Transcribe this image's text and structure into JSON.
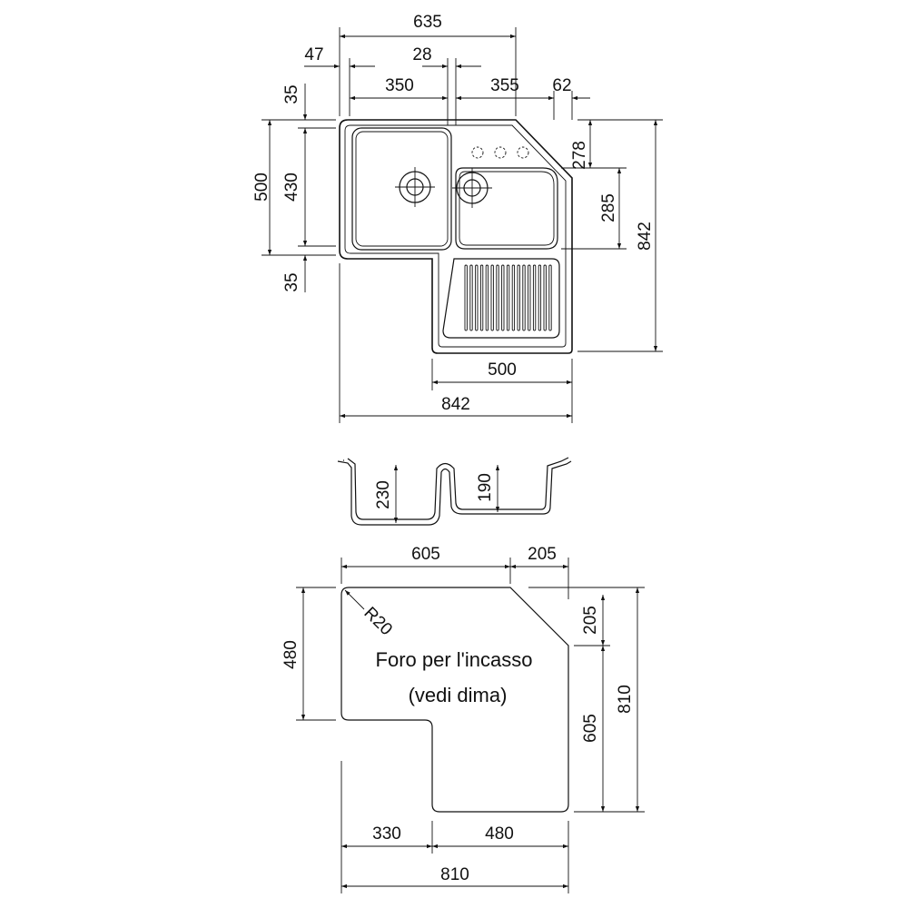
{
  "top_view": {
    "dimensions": {
      "overall_top_width": "635",
      "left_flange": "47",
      "divider": "28",
      "left_bowl_width": "350",
      "right_bowl_width": "355",
      "right_offset": "62",
      "top_flange": "35",
      "overall_left_height": "500",
      "left_bowl_height": "430",
      "bottom_flange": "35",
      "right_upper_height": "278",
      "right_bowl_height": "285",
      "overall_right_height": "842",
      "drainboard_width": "500",
      "overall_bottom_width": "842"
    }
  },
  "section_view": {
    "dimensions": {
      "left_bowl_depth": "230",
      "right_bowl_depth": "190"
    }
  },
  "cutout_view": {
    "dimensions": {
      "top_width": "605",
      "chamfer_width": "205",
      "corner_radius": "R20",
      "left_height": "480",
      "chamfer_height": "205",
      "right_lower_height": "605",
      "overall_right_height": "810",
      "bottom_left_width": "330",
      "bottom_right_width": "480",
      "overall_bottom_width": "810"
    },
    "note_line1": "Foro per l'incasso",
    "note_line2": "(vedi dima)"
  }
}
